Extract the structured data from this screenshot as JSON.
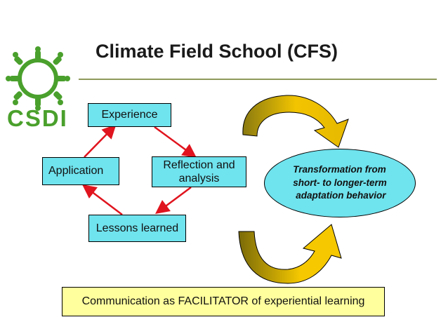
{
  "title": "Climate Field School (CFS)",
  "logo": {
    "text": "CSDI",
    "color": "#4aa02c"
  },
  "cycle": {
    "experience": "Experience",
    "application": "Application",
    "reflection_line1": "Reflection and",
    "reflection_line2": "analysis",
    "lessons": "Lessons learned"
  },
  "transformation": {
    "line1": "Transformation from",
    "line2": "short- to longer-term",
    "line3": "adaptation behavior"
  },
  "footer": "Communication as FACILITATOR of experiential learning",
  "colors": {
    "box_fill": "#6fe3ee",
    "footer_fill": "#ffff9e",
    "arrow_red": "#e0141e",
    "curved_arrow_gold": "#e6b800",
    "title_rule": "#8e9a5a"
  }
}
